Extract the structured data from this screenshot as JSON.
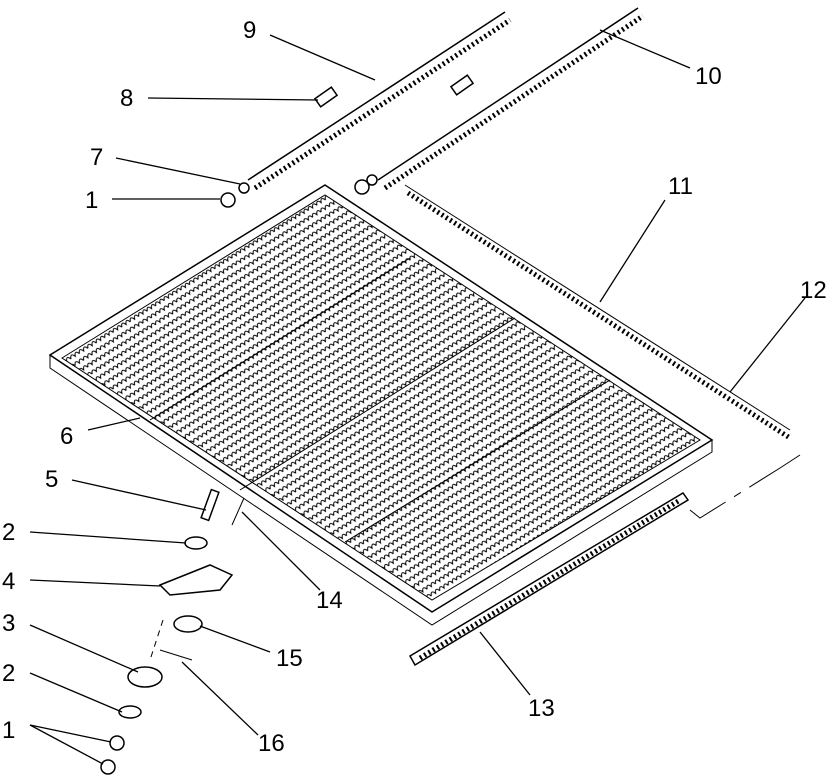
{
  "diagram": {
    "type": "exploded parts diagram",
    "callouts": {
      "c1a": "1",
      "c1b": "1",
      "c2a": "2",
      "c2b": "2",
      "c3": "3",
      "c4": "4",
      "c5": "5",
      "c6": "6",
      "c7": "7",
      "c8": "8",
      "c9": "9",
      "c10": "10",
      "c11": "11",
      "c12": "12",
      "c13": "13",
      "c14": "14",
      "c15": "15",
      "c16": "16"
    }
  }
}
